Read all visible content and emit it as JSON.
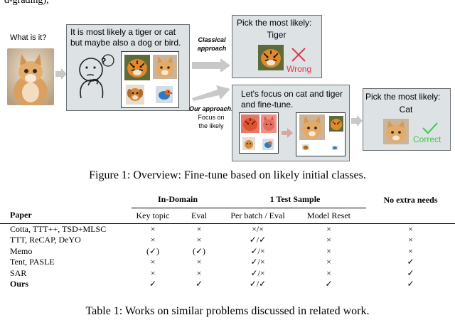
{
  "figure": {
    "top_fragment": "d-grading),",
    "what_label": "What is it?",
    "panel1_text": "It is most likely a tiger or cat but maybe also a dog or bird.",
    "classical_label": "Classical approach",
    "classical_panel_title": "Pick the most likely:",
    "classical_panel_answer": "Tiger",
    "wrong_label": "Wrong",
    "our_label": "Our approach:",
    "our_sublabel": "Focus on the likely",
    "panel2_text": "Let's focus on cat and tiger and fine-tune.",
    "final_panel_title": "Pick the most likely:",
    "final_panel_answer": "Cat",
    "correct_label": "Correct",
    "caption": "Figure 1: Overview: Fine-tune based on likely initial classes.",
    "colors": {
      "wrong": "#e8344b",
      "correct": "#3cc84a",
      "panel_bg": "#dde2e5",
      "arrow": "#c8c8c8"
    }
  },
  "table": {
    "group_headers": [
      "In-Domain",
      "1 Test Sample",
      "No extra needs"
    ],
    "sub_headers": [
      "Key topic",
      "Eval",
      "Per batch / Eval",
      "Model Reset"
    ],
    "paper_header": "Paper",
    "rows": [
      {
        "paper": "Cotta, TTT++, TSD+MLSC",
        "key_topic": "×",
        "eval": "×",
        "per_batch": "×/×",
        "model_reset": "×",
        "no_extra": "×"
      },
      {
        "paper": "TTT, ReCAP, DeYO",
        "key_topic": "×",
        "eval": "×",
        "per_batch": "✓/✓",
        "model_reset": "×",
        "no_extra": "×"
      },
      {
        "paper": "Memo",
        "key_topic": "(✓)",
        "eval": "(✓)",
        "per_batch": "✓/×",
        "model_reset": "×",
        "no_extra": "×"
      },
      {
        "paper": "Tent, PASLE",
        "key_topic": "×",
        "eval": "×",
        "per_batch": "✓/×",
        "model_reset": "×",
        "no_extra": "✓"
      },
      {
        "paper": "SAR",
        "key_topic": "×",
        "eval": "×",
        "per_batch": "✓/×",
        "model_reset": "×",
        "no_extra": "✓"
      },
      {
        "paper": "Ours",
        "key_topic": "✓",
        "eval": "✓",
        "per_batch": "✓/✓",
        "model_reset": "✓",
        "no_extra": "✓"
      }
    ],
    "caption": "Table 1: Works on similar problems discussed in related work."
  }
}
